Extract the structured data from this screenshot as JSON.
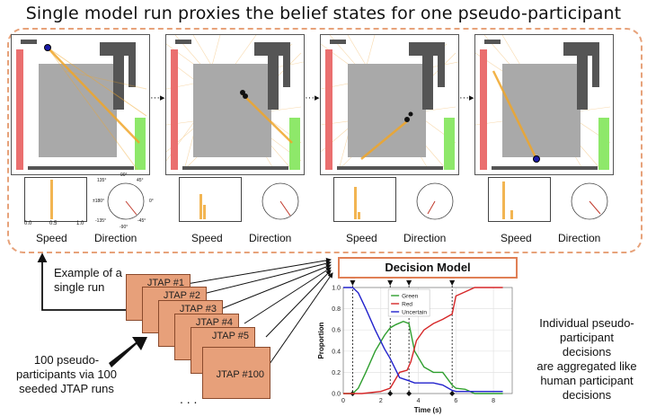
{
  "title": "Single model run proxies the belief states for one pseudo-participant",
  "panels": [
    {
      "speed_label": "Speed",
      "direction_label": "Direction"
    },
    {
      "speed_label": "Speed",
      "direction_label": "Direction"
    },
    {
      "speed_label": "Speed",
      "direction_label": "Direction"
    },
    {
      "speed_label": "Speed",
      "direction_label": "Direction"
    }
  ],
  "speed_ticks": [
    "0.0",
    "0.5",
    "1.0"
  ],
  "direction_ticks": [
    "90°",
    "45°",
    "135°",
    "±180°",
    "0°",
    "-135°",
    "-45°",
    "-90°"
  ],
  "example_label": [
    "Example of a",
    "single run"
  ],
  "pseudo_label": [
    "100 pseudo-",
    "participants via 100",
    "seeded JTAP runs"
  ],
  "cards": [
    "JTAP #1",
    "JTAP #2",
    "JTAP #3",
    "JTAP #4",
    "JTAP #5",
    "JTAP #100"
  ],
  "ellipsis": ". . .",
  "decision_model": {
    "title": "Decision Model",
    "ylabel": "Proportion",
    "xlabel": "Time (s)",
    "legend": [
      "Green",
      "Red",
      "Uncertain"
    ],
    "colors": {
      "Green": "#2e9e2e",
      "Red": "#d62728",
      "Uncertain": "#2222cc"
    }
  },
  "aggregated_label": [
    "Individual pseudo-",
    "participant decisions",
    "are aggregated like",
    "human participant",
    "decisions"
  ],
  "chart_data": {
    "type": "line",
    "xlabel": "Time (s)",
    "ylabel": "Proportion",
    "xlim": [
      0,
      9
    ],
    "ylim": [
      0,
      1
    ],
    "x_ticks": [
      0,
      2,
      4,
      6,
      8
    ],
    "y_ticks": [
      0.0,
      0.2,
      0.4,
      0.6,
      0.8,
      1.0
    ],
    "decision_times": [
      0.5,
      2.5,
      3.5,
      5.8
    ],
    "series": [
      {
        "name": "Green",
        "x": [
          0,
          0.5,
          0.8,
          1.2,
          1.7,
          2.2,
          2.5,
          2.8,
          3.2,
          3.5,
          3.8,
          4.3,
          4.8,
          5.3,
          5.8,
          6.0,
          6.5,
          7.0,
          8.5
        ],
        "values": [
          0.0,
          0.0,
          0.05,
          0.2,
          0.4,
          0.55,
          0.62,
          0.65,
          0.68,
          0.66,
          0.4,
          0.25,
          0.2,
          0.2,
          0.08,
          0.05,
          0.04,
          0.0,
          0.0
        ]
      },
      {
        "name": "Red",
        "x": [
          0,
          0.5,
          1.0,
          2.0,
          2.5,
          3.0,
          3.4,
          3.6,
          3.9,
          4.3,
          4.8,
          5.3,
          5.8,
          6.0,
          6.5,
          7.0,
          8.5
        ],
        "values": [
          0.0,
          0.0,
          0.0,
          0.02,
          0.05,
          0.2,
          0.22,
          0.3,
          0.5,
          0.6,
          0.66,
          0.7,
          0.75,
          0.92,
          0.96,
          1.0,
          1.0
        ]
      },
      {
        "name": "Uncertain",
        "x": [
          0,
          0.5,
          0.8,
          1.2,
          1.7,
          2.2,
          2.5,
          3.0,
          3.5,
          3.8,
          4.3,
          4.8,
          5.3,
          5.8,
          6.0,
          8.5
        ],
        "values": [
          1.0,
          1.0,
          0.95,
          0.8,
          0.6,
          0.42,
          0.33,
          0.15,
          0.12,
          0.1,
          0.1,
          0.1,
          0.08,
          0.03,
          0.02,
          0.02
        ]
      }
    ]
  }
}
